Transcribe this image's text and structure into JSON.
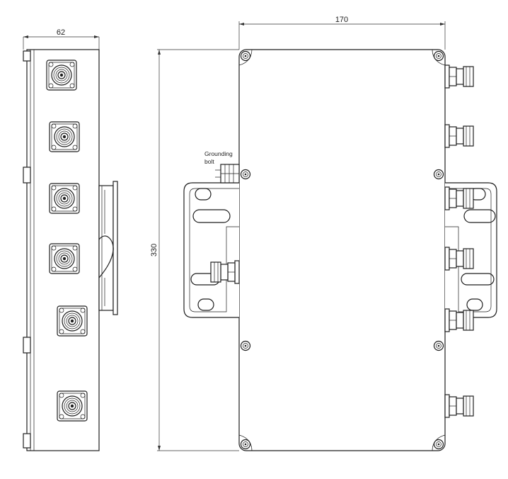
{
  "dimensions": {
    "side_width": "62",
    "front_width": "170",
    "height": "330"
  },
  "annotations": {
    "grounding_line1": "Grounding",
    "grounding_line2": "bolt"
  },
  "icons": {
    "side_connector": "n-type-flange-connector-icon",
    "front_connector": "n-type-jack-connector-icon",
    "corner_screw": "corner-screw-icon"
  },
  "colors": {
    "line": "#1e1e1e",
    "background": "#ffffff"
  }
}
